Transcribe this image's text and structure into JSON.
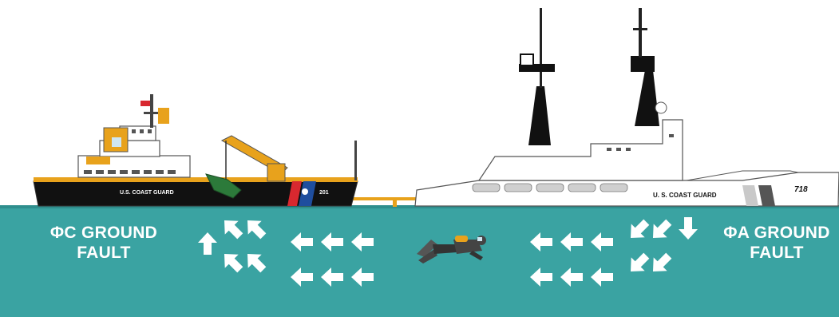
{
  "colors": {
    "water": "#3aa3a2",
    "water_dark": "#2e8e8d",
    "hull_black": "#111111",
    "deck_orange": "#e8a21c",
    "ship_white": "#ffffff",
    "outline": "#555555",
    "hull_grey": "#cfcfcf",
    "stripe_red": "#d8282f",
    "stripe_blue": "#1f4e9e",
    "crane_green": "#2c7a3a",
    "arrow": "#ffffff"
  },
  "icons": {
    "current_arrow": "white-arrow-icon",
    "diver": "scuba-diver-icon",
    "buoy_tender": "buoy-tender-ship-icon",
    "cutter": "coast-guard-cutter-icon"
  },
  "left_ship": {
    "hull_text": "U.S. COAST GUARD",
    "hull_number": "201"
  },
  "right_ship": {
    "hull_text": "U. S. COAST GUARD",
    "hull_number": "718"
  },
  "left_fault": {
    "line1": "ΦC GROUND",
    "line2": "FAULT"
  },
  "right_fault": {
    "line1": "ΦA GROUND",
    "line2": "FAULT"
  }
}
